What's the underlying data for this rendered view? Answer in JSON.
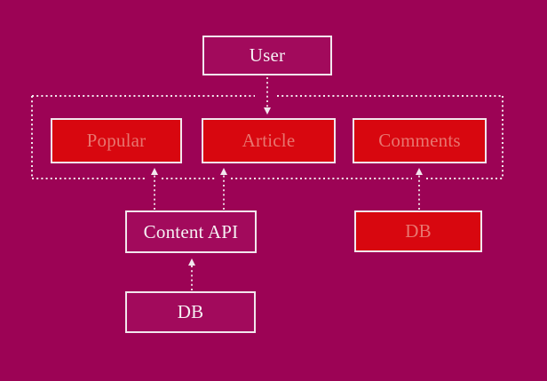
{
  "diagram": {
    "description": "Service diagram: User requests flow to Article; Content API feeds Popular and Article; databases feed Content API and Comments.",
    "nodes": {
      "user": {
        "label": "User",
        "style": "outline"
      },
      "popular": {
        "label": "Popular",
        "style": "red"
      },
      "article": {
        "label": "Article",
        "style": "red"
      },
      "comments": {
        "label": "Comments",
        "style": "red"
      },
      "content_api": {
        "label": "Content API",
        "style": "outline"
      },
      "db_content": {
        "label": "DB",
        "style": "outline"
      },
      "db_comments": {
        "label": "DB",
        "style": "red"
      }
    },
    "groups": [
      {
        "id": "frontend-group",
        "members": [
          "popular",
          "article",
          "comments"
        ],
        "border": "dotted"
      }
    ],
    "edges": [
      {
        "from": "user",
        "to": "article",
        "style": "dotted-arrow",
        "direction": "down"
      },
      {
        "from": "content_api",
        "to": "popular",
        "style": "dotted-arrow",
        "direction": "up"
      },
      {
        "from": "content_api",
        "to": "article",
        "style": "dotted-arrow",
        "direction": "up"
      },
      {
        "from": "db_content",
        "to": "content_api",
        "style": "dotted-arrow",
        "direction": "up"
      },
      {
        "from": "db_comments",
        "to": "comments",
        "style": "dotted-arrow",
        "direction": "up"
      }
    ],
    "colors": {
      "background": "#9c0355",
      "outline_box_fill": "#a20a5c",
      "red_box_fill": "#d8070f",
      "box_border": "#f2e7ee",
      "outline_box_text": "#f6f1f4",
      "red_box_text": "#e8756f",
      "dotted_line": "#f2e7ee"
    }
  }
}
